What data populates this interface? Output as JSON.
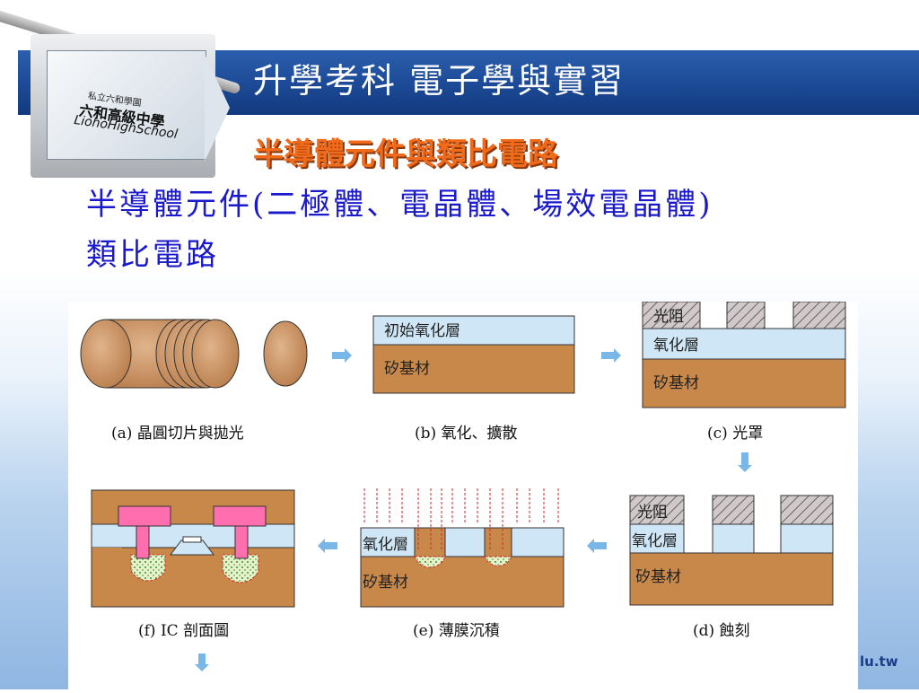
{
  "header": {
    "title": "升學考科  電子學與實習",
    "logo": {
      "line1": "私立六和學園",
      "line2": "六和高級中學",
      "line3": "LiohoHighSchool"
    }
  },
  "slide": {
    "subtitle": "半導體元件與類比電路",
    "line1": "半導體元件(二極體、電晶體、場效電晶體)",
    "line2": "類比電路"
  },
  "figure": {
    "steps": {
      "a": "(a) 晶圓切片與拋光",
      "b": "(b) 氧化、擴散",
      "c": "(c) 光罩",
      "d": "(d) 蝕刻",
      "e": "(e) 薄膜沉積",
      "f": "(f) IC 剖面圖"
    },
    "labels": {
      "initial_oxide": "初始氧化層",
      "silicon_substrate": "矽基材",
      "photoresist": "光阻",
      "oxide": "氧化層"
    }
  },
  "footer": {
    "url_fragment": "lu.tw"
  },
  "colors": {
    "banner": "#1d4b98",
    "subtitle": "#f06a1a",
    "body_text": "#1a1acc",
    "oxide": "#cfe6f7",
    "substrate": "#c8884a",
    "arrow": "#79b7e8",
    "implant": "#d12a2a",
    "metal": "#ff6fb0"
  }
}
